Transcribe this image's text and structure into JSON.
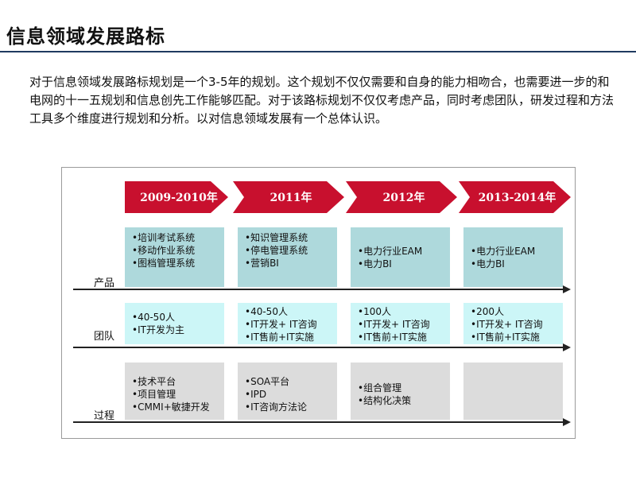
{
  "title": "信息领域发展路标",
  "intro": "对于信息领域发展路标规划是一个3-5年的规划。这个规划不仅仅需要和自身的能力相吻合，也需要进一步的和电网的十一五规划和信息创先工作能够匹配。对于该路标规划不仅仅考虑产品，同时考虑团队，研发过程和方法工具多个维度进行规划和分析。以对信息领域发展有一个总体认识。",
  "periods": [
    "2009-2010年",
    "2011年",
    "2012年",
    "2013-2014年"
  ],
  "rows": {
    "product": {
      "label": "产品",
      "cells": [
        [
          "•培训考试系统",
          "•移动作业系统",
          "•图档管理系统"
        ],
        [
          "•知识管理系统",
          "•停电管理系统",
          "•营销BI"
        ],
        [
          "•电力行业EAM",
          "•电力BI"
        ],
        [
          "•电力行业EAM",
          "•电力BI"
        ]
      ]
    },
    "team": {
      "label": "团队",
      "cells": [
        [
          "•40-50人",
          "•IT开发为主"
        ],
        [
          "•40-50人",
          "•IT开发+ IT咨询",
          "•IT售前+IT实施"
        ],
        [
          "•100人",
          "•IT开发+ IT咨询",
          "•IT售前+IT实施"
        ],
        [
          "•200人",
          "•IT开发+ IT咨询",
          "•IT售前+IT实施"
        ]
      ]
    },
    "process": {
      "label": "过程",
      "cells": [
        [
          "•技术平台",
          "•项目管理",
          "•CMMI+敏捷开发"
        ],
        [
          "•SOA平台",
          "•IPD",
          "•IT咨询方法论"
        ],
        [
          "•组合管理",
          "•结构化决策"
        ],
        []
      ]
    }
  }
}
